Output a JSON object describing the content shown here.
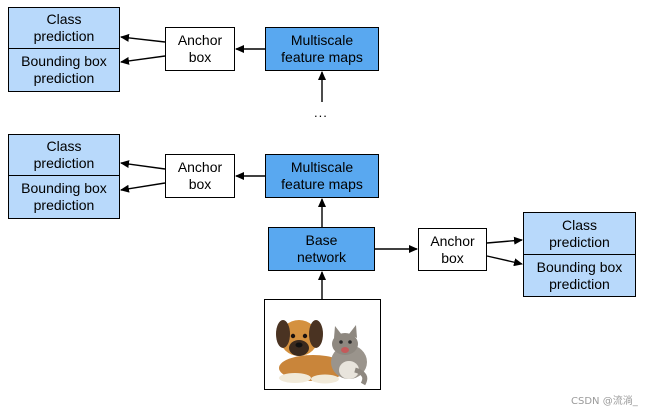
{
  "diagram": {
    "top_row": {
      "class_label": "Class\nprediction",
      "bbox_label": "Bounding box\nprediction",
      "anchor_label": "Anchor\nbox",
      "features_label": "Multiscale\nfeature maps"
    },
    "ellipsis": "...",
    "middle_row": {
      "class_label": "Class\nprediction",
      "bbox_label": "Bounding box\nprediction",
      "anchor_label": "Anchor\nbox",
      "features_label": "Multiscale\nfeature maps"
    },
    "base": {
      "base_label": "Base\nnetwork",
      "anchor_label": "Anchor\nbox",
      "class_label": "Class\nprediction",
      "bbox_label": "Bounding box\nprediction"
    }
  },
  "watermark": "CSDN @流淌_",
  "colors": {
    "feature_box": "#59a8f0",
    "prediction_box": "#b8d9fb"
  }
}
